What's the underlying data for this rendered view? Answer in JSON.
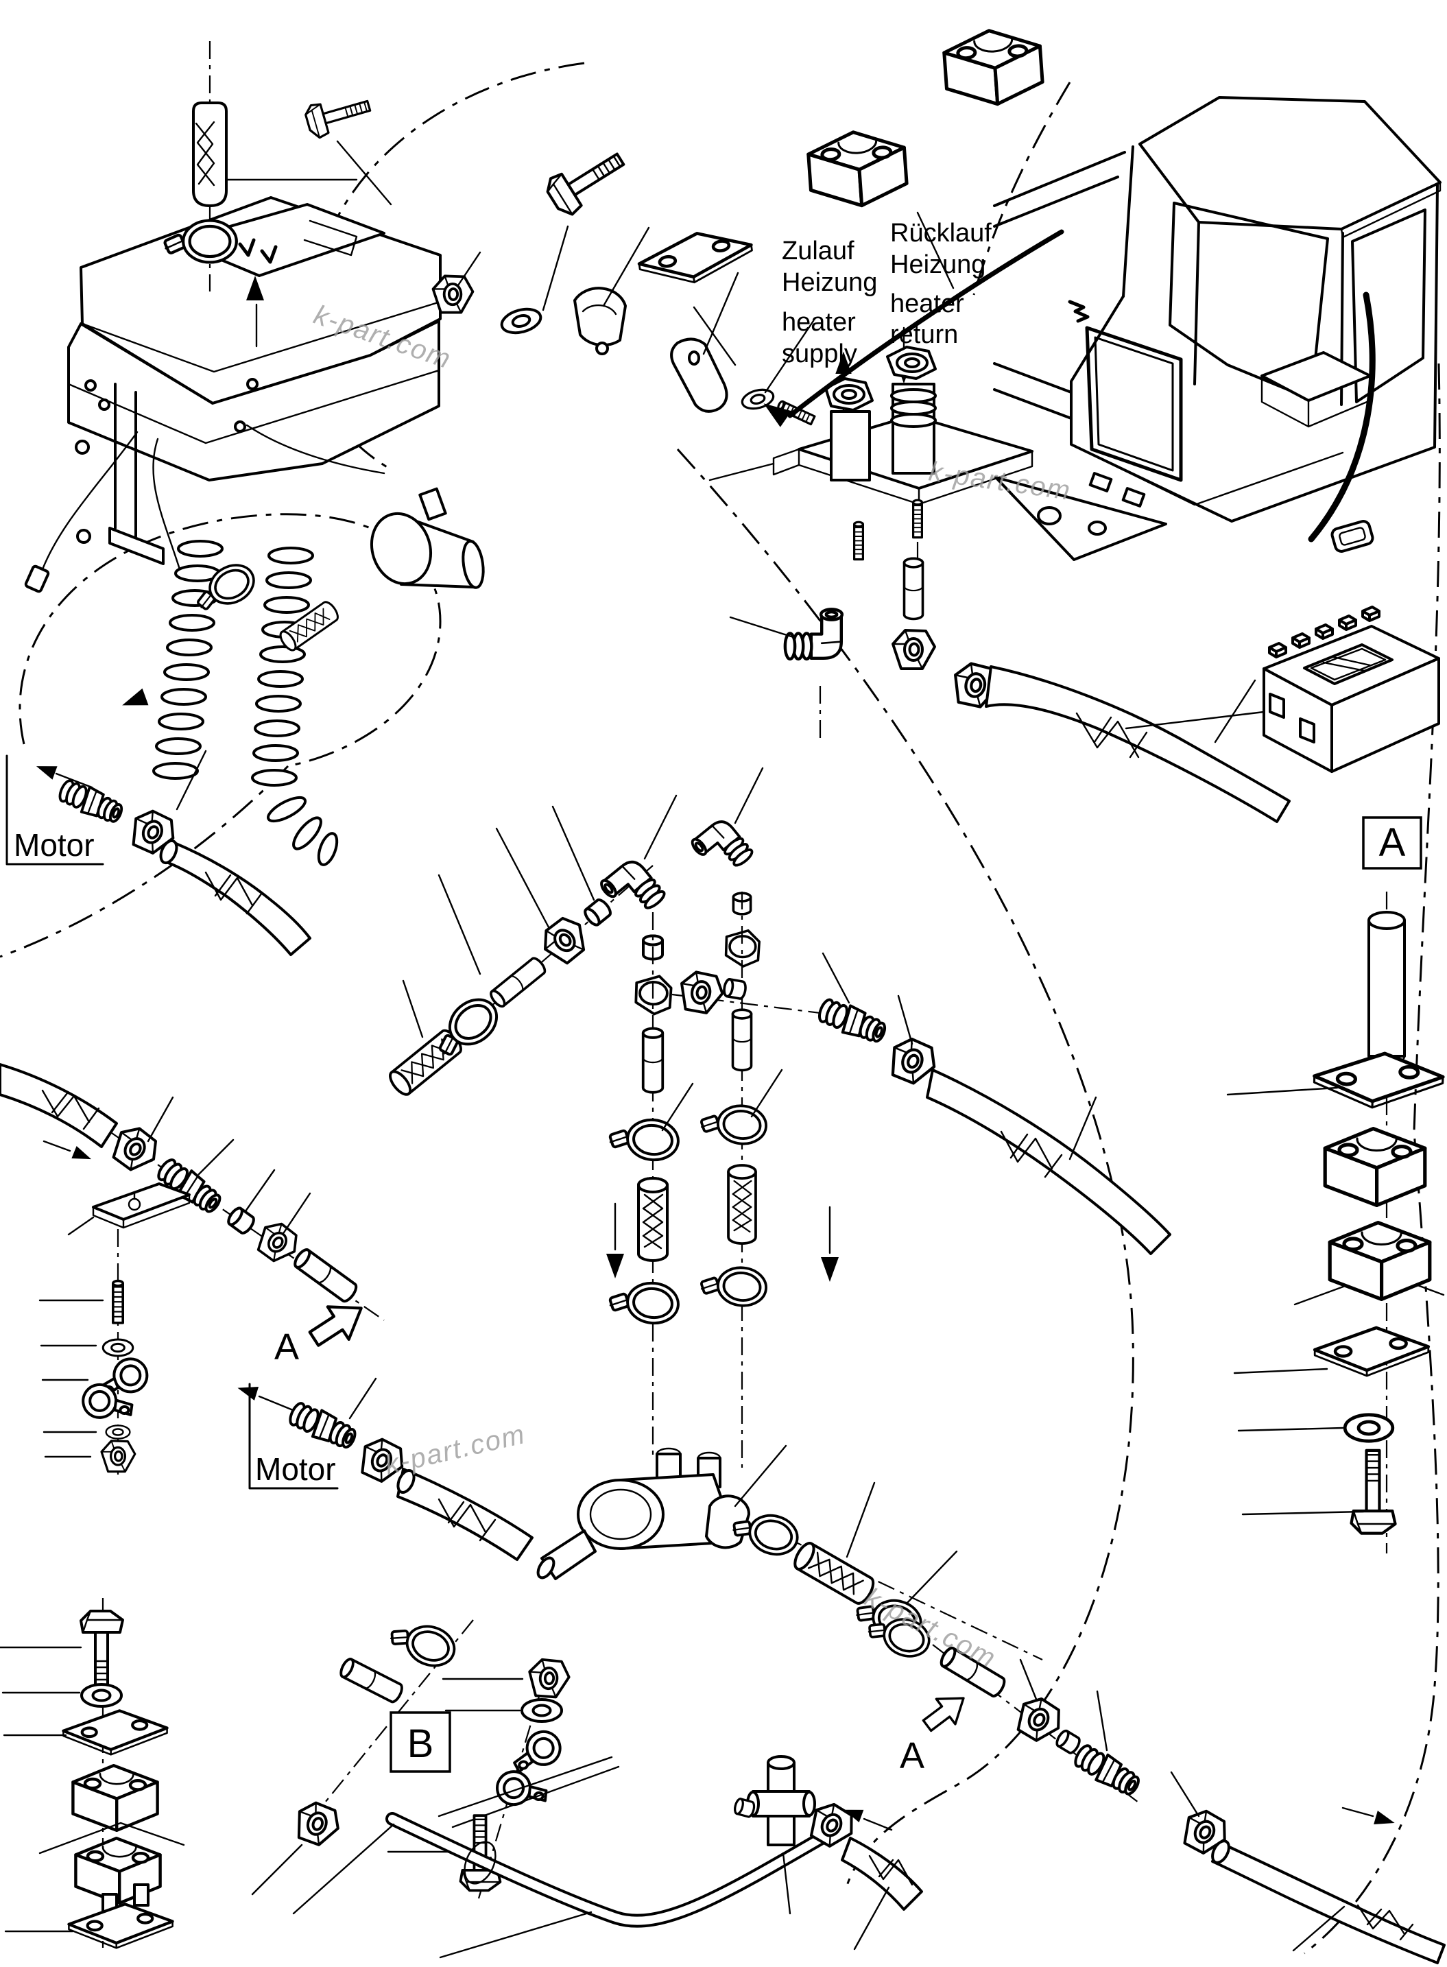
{
  "diagram_type": "exploded-parts-diagram",
  "subject": "auxiliary heater supply and return plumbing installation",
  "colors": {
    "line": "#000000",
    "background": "#ffffff",
    "watermark": "#9c9c9c"
  },
  "labels": {
    "supply_de_1": "Zulauf",
    "supply_de_2": "Heizung",
    "supply_en_1": "heater",
    "supply_en_2": "supply",
    "return_de_1": "Rücklauf",
    "return_de_2": "Heizung",
    "return_en_1": "heater",
    "return_en_2": "return",
    "motor_1": "Motor",
    "motor_2": "Motor",
    "detail_a_box": "A",
    "detail_a_ref_1": "A",
    "detail_a_ref_2": "A",
    "detail_b_box": "B"
  },
  "watermark": {
    "text": "k-part.com"
  }
}
